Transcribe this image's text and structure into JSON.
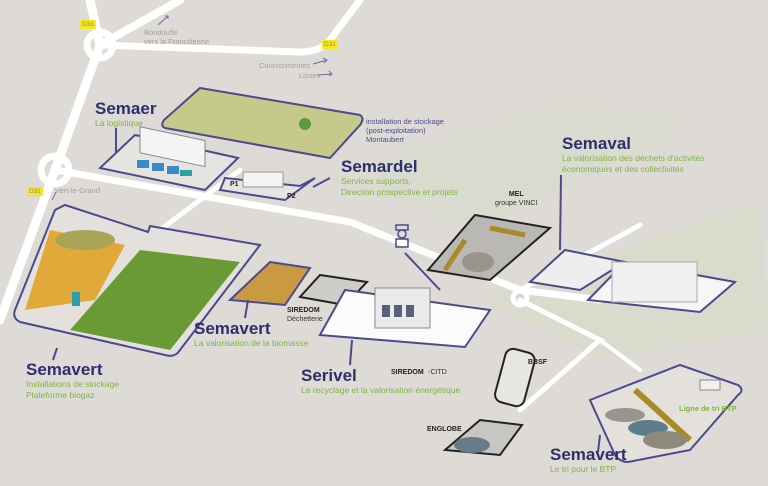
{
  "roads": {
    "d_top": "D31",
    "d_right": "D31",
    "d_left": "D31"
  },
  "directions": {
    "bondoufle": [
      "Bondoufle",
      "vers la Francilienne"
    ],
    "courcouronnes": "Courcouronnes",
    "lisses": "Lisses",
    "vert_le_grand": "Vert-le-Grand"
  },
  "sites": {
    "semaer": {
      "title": "Semaer",
      "subtitle": "La logistique"
    },
    "montaubert": {
      "lines": [
        "installation de stockage",
        "(post-exploitation)",
        "Montaubert"
      ]
    },
    "semardel": {
      "title": "Semardel",
      "subtitle": [
        "Services supports,",
        "Direction prospective et projets"
      ],
      "p1": "P1",
      "p2": "P2"
    },
    "mel": {
      "name": "MEL",
      "group": "groupe VINCI"
    },
    "semaval": {
      "title": "Semaval",
      "subtitle": [
        "La valorisation des déchets d'activités",
        "économiques et des collectivités"
      ]
    },
    "semavert_stockage": {
      "title": "Semavert",
      "subtitle": [
        "Installations de stockage",
        "Plateforme biogaz"
      ]
    },
    "semavert_biomasse": {
      "title": "Semavert",
      "subtitle": "La valorisation de la biomasse"
    },
    "siredom_dechetterie": {
      "name": "SIREDOM",
      "sub": "Déchetterie"
    },
    "siredom_citd": {
      "name": "SIREDOM",
      "sub": "-CITD"
    },
    "serivel": {
      "title": "Serivel",
      "subtitle": "Le recyclage et la valorisation énergétique"
    },
    "bbsf": {
      "name": "BBSF"
    },
    "englobe": {
      "name": "ENGLOBE"
    },
    "semavert_btp": {
      "title": "Semavert",
      "subtitle": "Le tri pour le BTP",
      "line_label": "Ligne de tri BTP"
    }
  },
  "colors": {
    "background": "#dedad5",
    "outline": "#4b4a8c",
    "title": "#2e2f6e",
    "subtitle": "#7db544",
    "road": "#ffffff",
    "road_label": "#f5e81f"
  }
}
